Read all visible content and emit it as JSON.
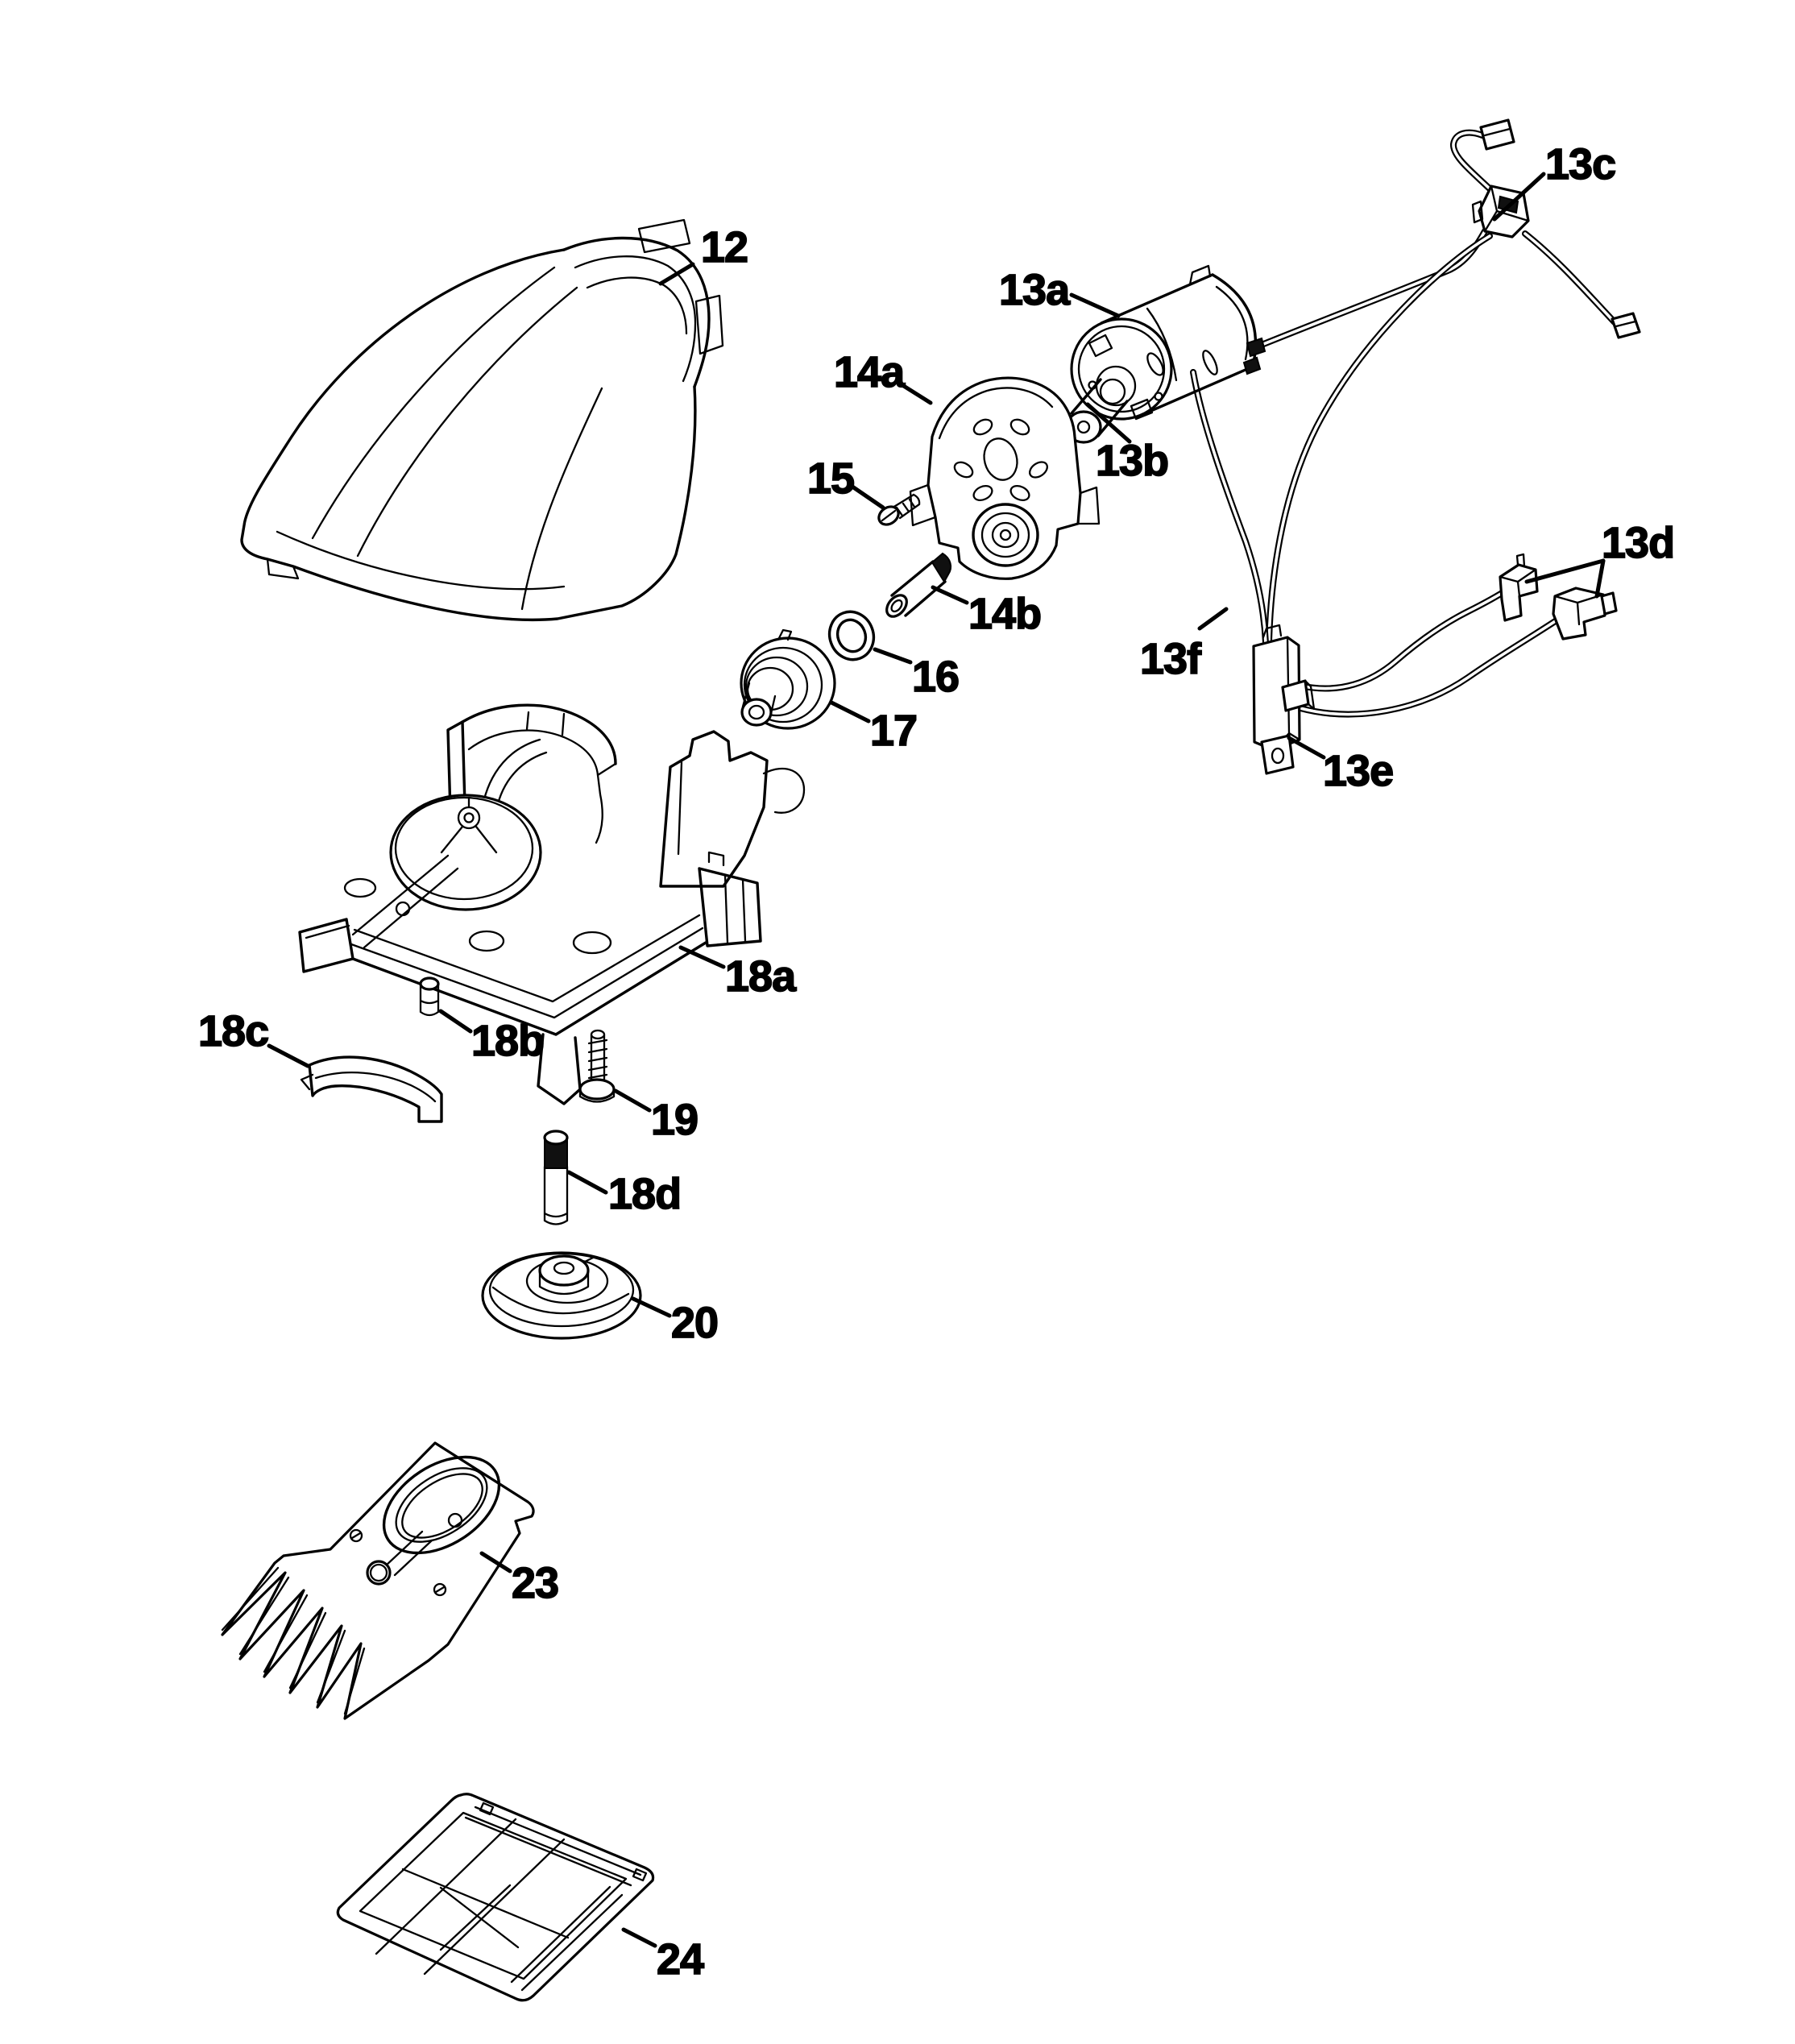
{
  "diagram": {
    "type": "exploded-parts-diagram",
    "background_color": "#ffffff",
    "line_color": "#000000",
    "parts": [
      {
        "label": "12",
        "name": "upper-housing-cover"
      },
      {
        "label": "13a",
        "name": "motor"
      },
      {
        "label": "13b",
        "name": "motor-pinion"
      },
      {
        "label": "13c",
        "name": "harness-connector"
      },
      {
        "label": "13d",
        "name": "wire-terminal-clips"
      },
      {
        "label": "13e",
        "name": "switch"
      },
      {
        "label": "13f",
        "name": "wire-lead"
      },
      {
        "label": "14a",
        "name": "motor-mount-plate"
      },
      {
        "label": "14b",
        "name": "drive-pin"
      },
      {
        "label": "15",
        "name": "screw"
      },
      {
        "label": "16",
        "name": "washer"
      },
      {
        "label": "17",
        "name": "gear"
      },
      {
        "label": "18a",
        "name": "gearbox-base"
      },
      {
        "label": "18b",
        "name": "dowel-pin"
      },
      {
        "label": "18c",
        "name": "blade-guide"
      },
      {
        "label": "18d",
        "name": "shaft-pin"
      },
      {
        "label": "19",
        "name": "shoulder-screw"
      },
      {
        "label": "20",
        "name": "cam-disc"
      },
      {
        "label": "23",
        "name": "shear-blade"
      },
      {
        "label": "24",
        "name": "sole-plate"
      }
    ]
  }
}
